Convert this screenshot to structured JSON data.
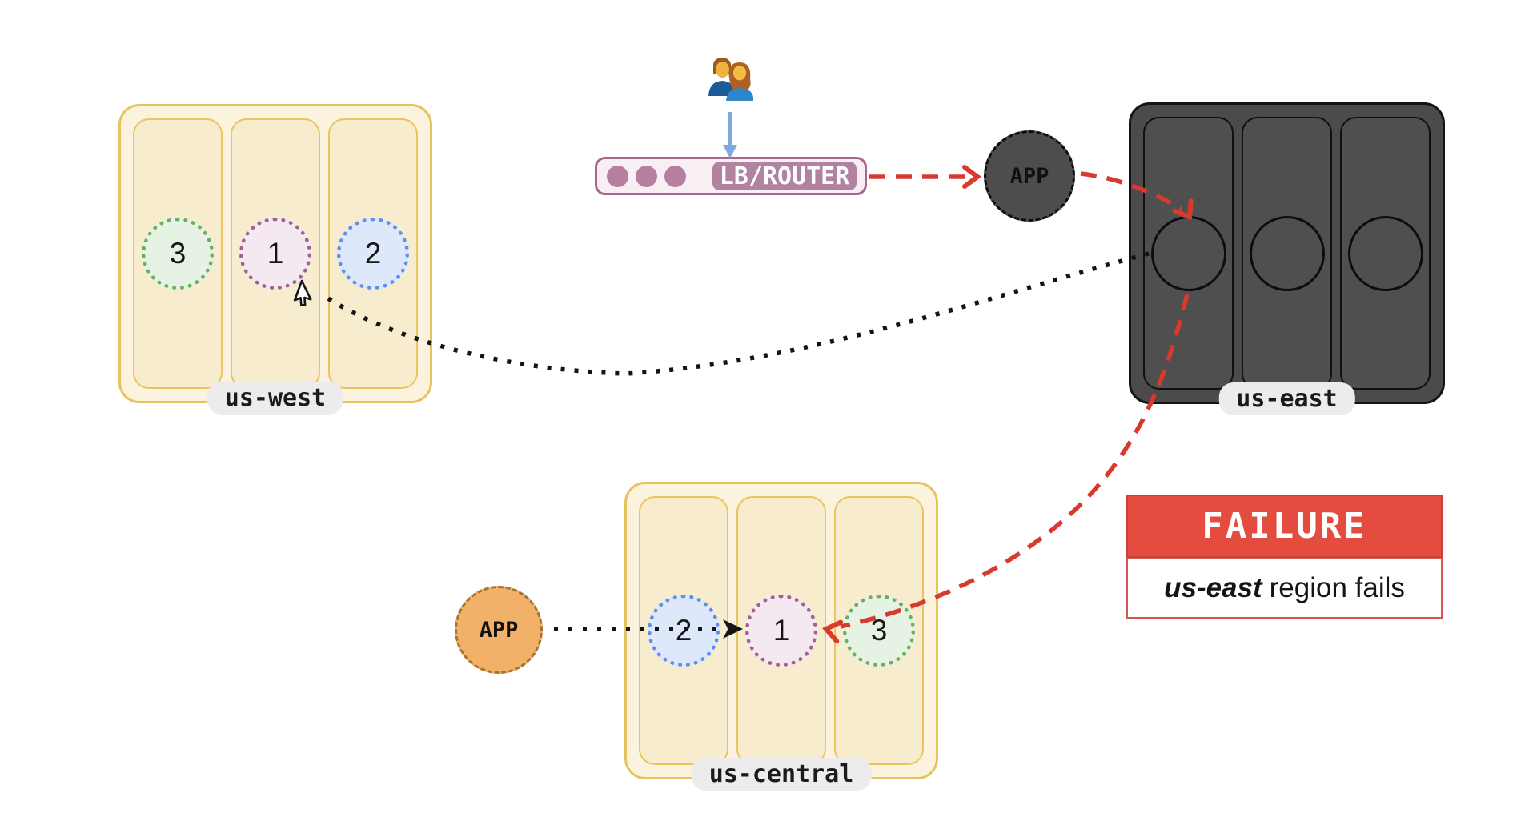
{
  "diagram": {
    "icons": {
      "users": "two-people-emoji",
      "pointer": "mouse-cursor-arrow"
    },
    "lb": {
      "label": "LB/ROUTER",
      "dot_count": 3
    },
    "app_nodes": [
      {
        "id": "app-east",
        "label": "APP",
        "style": "dark-gray"
      },
      {
        "id": "app-central",
        "label": "APP",
        "style": "orange"
      }
    ],
    "regions": {
      "us_west": {
        "label": "us-west",
        "status": "healthy",
        "nodes": [
          {
            "num": "3",
            "color": "green"
          },
          {
            "num": "1",
            "color": "purple"
          },
          {
            "num": "2",
            "color": "blue"
          }
        ]
      },
      "us_east": {
        "label": "us-east",
        "status": "failed",
        "nodes": [
          {
            "num": ""
          },
          {
            "num": ""
          },
          {
            "num": ""
          }
        ]
      },
      "us_central": {
        "label": "us-central",
        "status": "healthy",
        "nodes": [
          {
            "num": "2",
            "color": "blue"
          },
          {
            "num": "1",
            "color": "purple"
          },
          {
            "num": "3",
            "color": "green"
          }
        ]
      }
    },
    "callout": {
      "title": "FAILURE",
      "emphasis": "us-east",
      "rest": "region fails"
    },
    "edges": [
      {
        "from": "users",
        "to": "lb",
        "style": "solid-blue-arrow"
      },
      {
        "from": "lb",
        "to": "app-east",
        "style": "red-dashed-arrow"
      },
      {
        "from": "app-east",
        "to": "us-east-node",
        "style": "red-dashed-arrow"
      },
      {
        "from": "us-east-node",
        "to": "us-central-node-1",
        "style": "red-dashed-arrow"
      },
      {
        "from": "us-east-node",
        "to": "us-west-node-1",
        "style": "black-dotted-line-cursor"
      },
      {
        "from": "app-central",
        "to": "us-central-node-1",
        "style": "black-dotted-arrow"
      }
    ],
    "colors": {
      "red_dash": "#D93A2E",
      "failure_bg": "#E34C3F",
      "region_yellow_bg": "#FBF3DD",
      "region_yellow_border": "#E7C35F",
      "zone_yellow_bg": "#F8ECCF",
      "region_dark_bg": "#4B4B4B",
      "node_green": "#6CAF5A",
      "node_purple": "#A2618E",
      "node_blue": "#5F8FE8",
      "lb_border": "#A5688C",
      "lb_badge_bg": "#B282A1",
      "orange_app": "#F1B169",
      "blue_arrow": "#7FA8DC",
      "label_pill_bg": "#ECECEC"
    }
  }
}
